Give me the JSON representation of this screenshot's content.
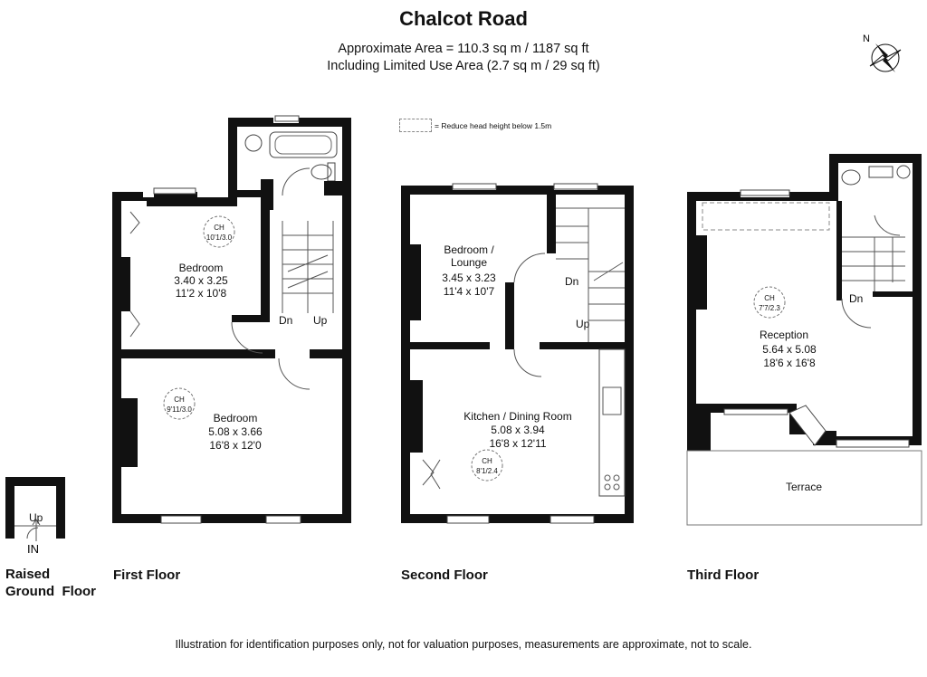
{
  "title": "Chalcot Road",
  "area_line1": "Approximate Area = 110.3 sq m / 1187 sq ft",
  "area_line2": "Including Limited Use Area (2.7 sq m / 29 sq ft)",
  "legend_text": "= Reduce head height below 1.5m",
  "compass_label": "N",
  "footer": "Illustration for identification purposes only, not for valuation purposes, measurements are approximate, not to scale.",
  "floors": {
    "raised_ground": {
      "label_line1": "Raised",
      "label_line2": "Ground  Floor",
      "up": "Up",
      "entrance": "IN"
    },
    "first": {
      "label": "First Floor",
      "bedroom1": {
        "name": "Bedroom",
        "metric": "3.40 x 3.25",
        "imperial": "11'2 x 10'8",
        "ch_label": "CH",
        "ch_value": "10'1/3.0"
      },
      "bedroom2": {
        "name": "Bedroom",
        "metric": "5.08 x 3.66",
        "imperial": "16'8 x 12'0",
        "ch_label": "CH",
        "ch_value": "9'11/3.0"
      },
      "stairs_down": "Dn",
      "stairs_up": "Up"
    },
    "second": {
      "label": "Second Floor",
      "bedroom_lounge": {
        "name_line1": "Bedroom /",
        "name_line2": "Lounge",
        "metric": "3.45 x 3.23",
        "imperial": "11'4 x 10'7"
      },
      "kitchen": {
        "name": "Kitchen / Dining Room",
        "metric": "5.08 x 3.94",
        "imperial": "16'8 x 12'11",
        "ch_label": "CH",
        "ch_value": "8'1/2.4"
      },
      "stairs_down": "Dn",
      "stairs_up": "Up"
    },
    "third": {
      "label": "Third Floor",
      "reception": {
        "name": "Reception",
        "metric": "5.64 x 5.08",
        "imperial": "18'6 x 16'8",
        "ch_label": "CH",
        "ch_value": "7'7/2.3"
      },
      "terrace": "Terrace",
      "stairs_down": "Dn"
    }
  }
}
